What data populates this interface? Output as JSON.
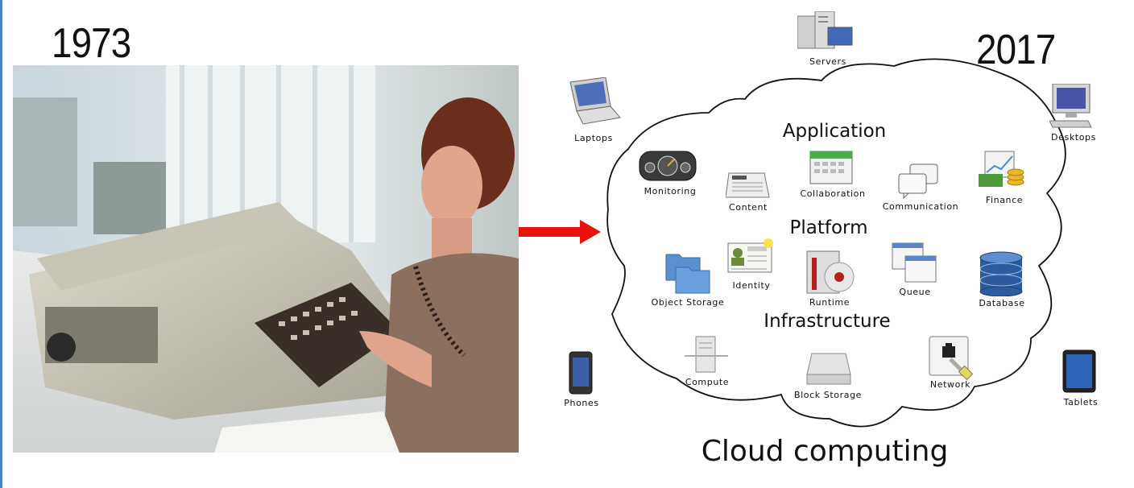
{
  "left": {
    "year": "1973"
  },
  "right": {
    "year": "2017",
    "caption": "Cloud computing",
    "layers": {
      "application": "Application",
      "platform": "Platform",
      "infrastructure": "Infrastructure"
    },
    "devices": {
      "servers": "Servers",
      "laptops": "Laptops",
      "desktops": "Desktops",
      "phones": "Phones",
      "tablets": "Tablets"
    },
    "services": {
      "monitoring": "Monitoring",
      "content": "Content",
      "collaboration": "Collaboration",
      "communication": "Communication",
      "finance": "Finance",
      "identity": "Identity",
      "object_storage": "Object Storage",
      "runtime": "Runtime",
      "queue": "Queue",
      "database": "Database",
      "compute": "Compute",
      "block_storage": "Block Storage",
      "network": "Network"
    }
  },
  "colors": {
    "arrow": "#e8140c",
    "accent_bar": "#4a7fc1"
  }
}
